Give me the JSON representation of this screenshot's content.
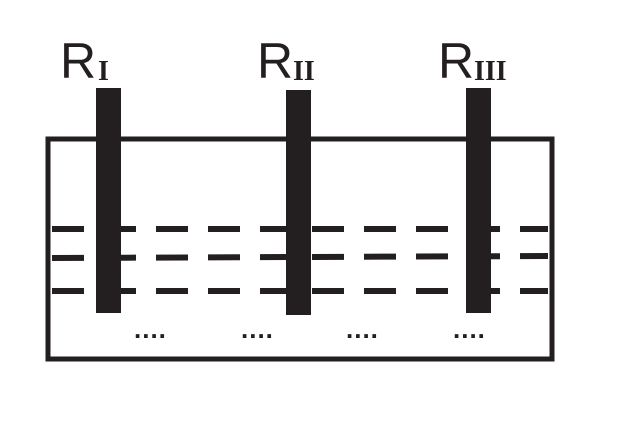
{
  "electrodes": [
    {
      "symbol": "R",
      "subscript": "I"
    },
    {
      "symbol": "R",
      "subscript": "II"
    },
    {
      "symbol": "R",
      "subscript": "III"
    }
  ],
  "dots": [
    "....",
    "....",
    "....",
    "...."
  ],
  "colors": {
    "ink": "#231f20",
    "background": "#ffffff"
  }
}
